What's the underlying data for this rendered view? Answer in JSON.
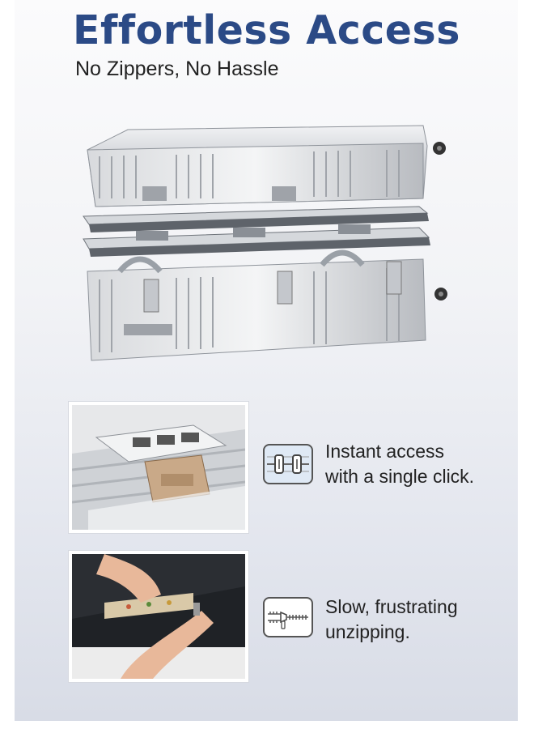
{
  "header": {
    "title": "Effortless Access",
    "subtitle": "No Zippers, No Hassle"
  },
  "hero": {
    "image": "open-aluminum-suitcase-exploded-view"
  },
  "features": [
    {
      "icon": "clasp-lock-icon",
      "line1": "Instant access",
      "line2": "with a single click.",
      "image": "suitcase-clasp-lock-closeup"
    },
    {
      "icon": "zipper-icon",
      "line1": "Slow, frustrating",
      "line2": "unzipping.",
      "image": "hands-unzipping-soft-case"
    }
  ],
  "colors": {
    "title": "#2b4a86",
    "text": "#222222",
    "background_top": "#fbfbfc",
    "background_bottom": "#d8dce6",
    "clasp_icon_bg": "#dfe9f5"
  }
}
